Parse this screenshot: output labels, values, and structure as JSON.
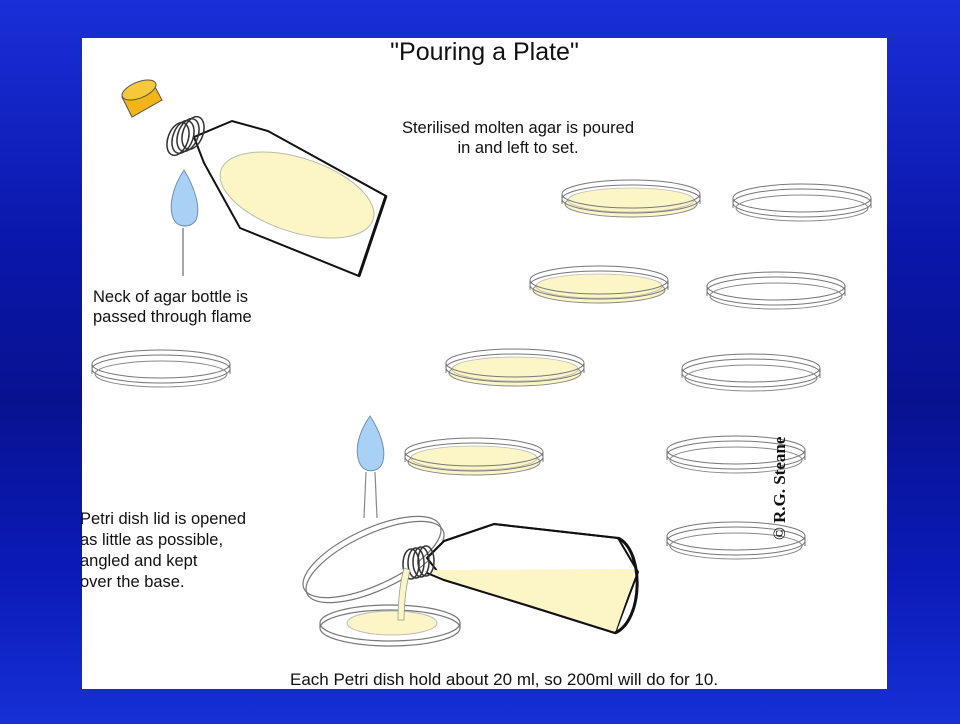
{
  "title": "\"Pouring a Plate\"",
  "captions": {
    "agar": "Sterilised molten agar is poured\nin and left to set.",
    "neck": "Neck of agar bottle is\npassed through flame",
    "lid": "Petri dish lid is opened\n as little as possible,\n angled and kept\n over the base.",
    "bottom": "Each Petri dish hold about 20 ml, so 200ml will do for 10."
  },
  "copyright": "© R.G. Steane",
  "colors": {
    "background": "#0b18b0",
    "agar": "#fcf6c6",
    "cap": "#f2b417",
    "flame": "#a9d0f5"
  }
}
